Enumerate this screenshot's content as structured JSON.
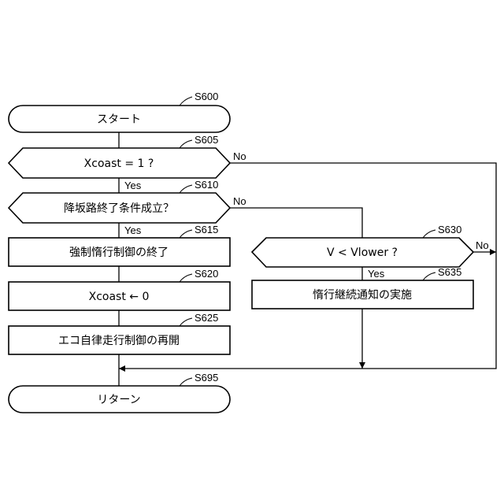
{
  "steps": {
    "s600": {
      "id": "S600",
      "label": "スタート"
    },
    "s605": {
      "id": "S605",
      "label": "Xcoast = 1 ?"
    },
    "s610": {
      "id": "S610",
      "label": "降坂路終了条件成立？"
    },
    "s615": {
      "id": "S615",
      "label": "強制惰行制御の終了"
    },
    "s620": {
      "id": "S620",
      "label": "Xcoast ← 0"
    },
    "s625": {
      "id": "S625",
      "label": "エコ自律走行制御の再開"
    },
    "s630": {
      "id": "S630",
      "label": "V < Vlower ?"
    },
    "s635": {
      "id": "S635",
      "label": "惰行継続通知の実施"
    },
    "s695": {
      "id": "S695",
      "label": "リターン"
    }
  },
  "branches": {
    "s605_yes": "Yes",
    "s605_no": "No",
    "s610_yes": "Yes",
    "s610_no": "No",
    "s630_yes": "Yes",
    "s630_no": "No"
  }
}
